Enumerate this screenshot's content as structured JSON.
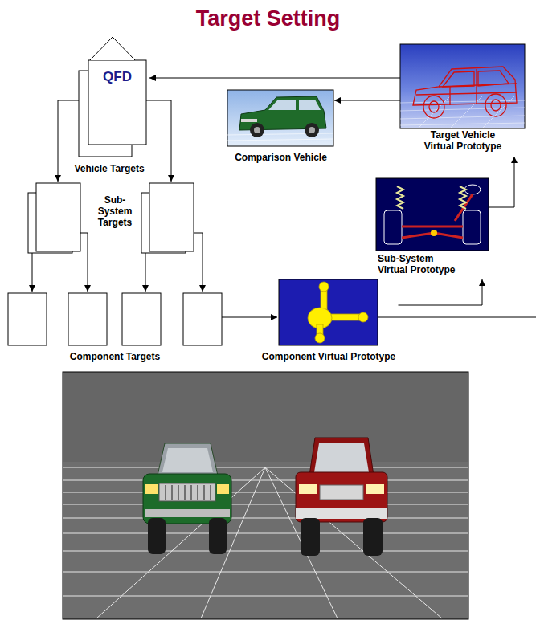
{
  "diagram": {
    "title": "Target Setting",
    "nodes": [
      {
        "text": [
          "QFD",
          "Vehicle Targets"
        ]
      },
      {
        "text": [
          "Target Vehicle Virtual Prototype"
        ]
      },
      {
        "text": [
          "Comparison Vehicle"
        ]
      },
      {
        "text": [
          "Sub-System Virtual Prototype"
        ]
      },
      {
        "text": [
          "Component Virtual Prototype"
        ]
      }
    ],
    "edges": [
      {
        "from": 1,
        "to": 0,
        "arrow": "to"
      },
      {
        "from": 1,
        "to": 2,
        "arrow": "to"
      },
      {
        "from": 3,
        "to": 1,
        "arrow": "to"
      },
      {
        "from": 4,
        "to": 3,
        "arrow": "to"
      }
    ],
    "labels": [
      "Sub-System Targets",
      "Component Targets"
    ]
  }
}
